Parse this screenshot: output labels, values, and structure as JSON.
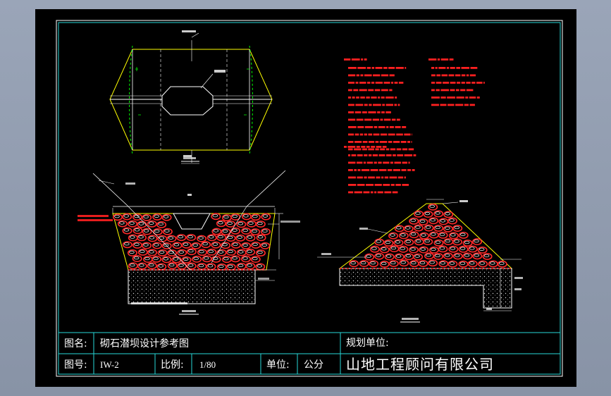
{
  "title_block": {
    "name_label": "图名:",
    "name_value": "砌石潜坝设计参考图",
    "number_label": "图号:",
    "number_value": "IW-2",
    "scale_label": "比例:",
    "scale_value": "1/80",
    "unit_label": "单位:",
    "unit_value": "公分",
    "planning_label": "规划单位:",
    "company": "山地工程顾问有限公司"
  },
  "colors": {
    "frame": "#ffffff",
    "inner_frame": "#27d8d8",
    "outline": "#ffff00",
    "stone": "#ff2a2a",
    "notes": "#ff2020",
    "leader": "#ffffff",
    "dim": "#00ff00"
  }
}
